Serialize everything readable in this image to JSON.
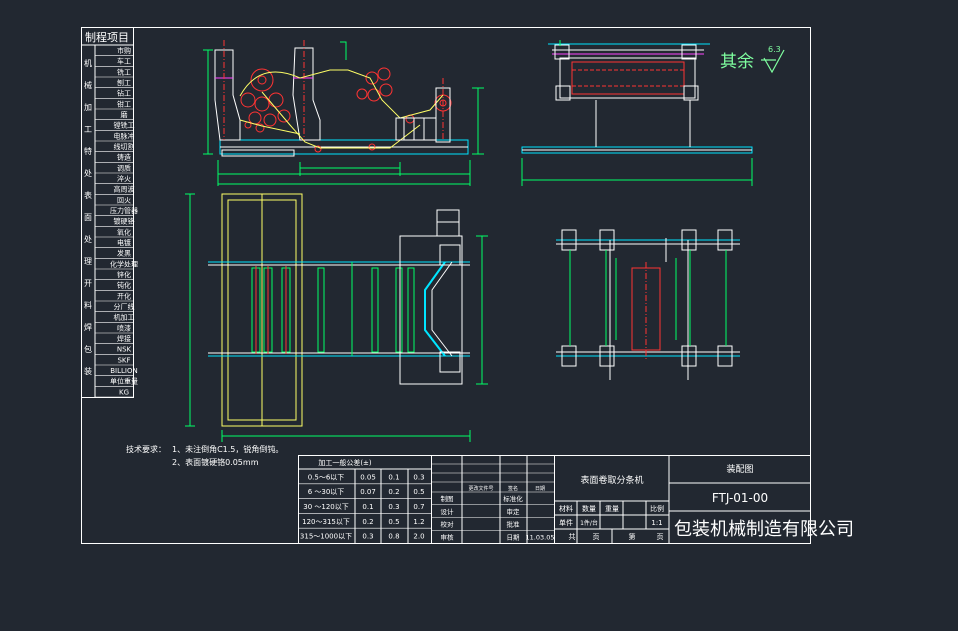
{
  "process_table": {
    "header": "制程项目",
    "items": [
      "市购",
      "车工",
      "铣工",
      "刨工",
      "钻工",
      "钳工",
      "磨",
      "镗铣工",
      "电脉冲",
      "线切割",
      "铸造",
      "调质",
      "淬火",
      "高周波",
      "回火",
      "压力管器",
      "镀硬铬",
      "氧化",
      "电镀",
      "发黑",
      "化学处理",
      "锌化",
      "钝化",
      "开化",
      "分厂线",
      "机加工",
      "喷漆",
      "焊接",
      "NSK",
      "SKF",
      "BILLION",
      "单位重量",
      "KG"
    ],
    "side_labels": [
      "机",
      "械",
      "加",
      "工",
      "特",
      "处",
      "表",
      "面",
      "处",
      "理",
      "开",
      "料",
      "焊",
      "包",
      "装"
    ]
  },
  "roughness": {
    "label": "其余",
    "value": "6.3"
  },
  "tech_requirements": {
    "title": "技术要求：",
    "lines": [
      "1、未注倒角C1.5，锐角倒钝。",
      "2、表面镀硬铬0.05mm"
    ]
  },
  "tolerance_table": {
    "header": "加工一般公差(±)",
    "rows": [
      [
        "0.5～6以下",
        "0.05",
        "0.1",
        "0.3"
      ],
      [
        "6 ～30以下",
        "0.07",
        "0.2",
        "0.5"
      ],
      [
        "30 ～120以下",
        "0.1",
        "0.3",
        "0.7"
      ],
      [
        "120～315以下",
        "0.2",
        "0.5",
        "1.2"
      ],
      [
        "315～1000以下",
        "0.3",
        "0.8",
        "2.0"
      ]
    ]
  },
  "sign_table": {
    "rows": [
      [
        "制图",
        "",
        "标准化",
        ""
      ],
      [
        "设计",
        "",
        "审定",
        ""
      ],
      [
        "校对",
        "",
        "批准",
        ""
      ],
      [
        "审核",
        "",
        "日期",
        "11.03.05"
      ]
    ],
    "revision_headers": [
      "更改文件号",
      "签名",
      "日期"
    ]
  },
  "title_block": {
    "product_name": "表面卷取分条机",
    "drawing_type": "装配图",
    "drawing_number": "FTJ-01-00",
    "material_label": "材料",
    "quantity_label": "数量",
    "weight_label": "重量",
    "scale_label": "比例",
    "unit_label": "单件",
    "unit_value": "1件/台",
    "scale_value": "1:1",
    "sheets_total": "共",
    "sheet_word": "页",
    "sheet_no": "第",
    "company": "包装机械制造有限公司"
  },
  "colors": {
    "background": "#222831",
    "frame": "#ffffff",
    "dimension": "#00ff66",
    "structure": "#ffffff",
    "roller": "#ff3333",
    "shaft": "#00e5ff",
    "frame_lines": "#ffff66",
    "accent": "#ff44ff"
  }
}
